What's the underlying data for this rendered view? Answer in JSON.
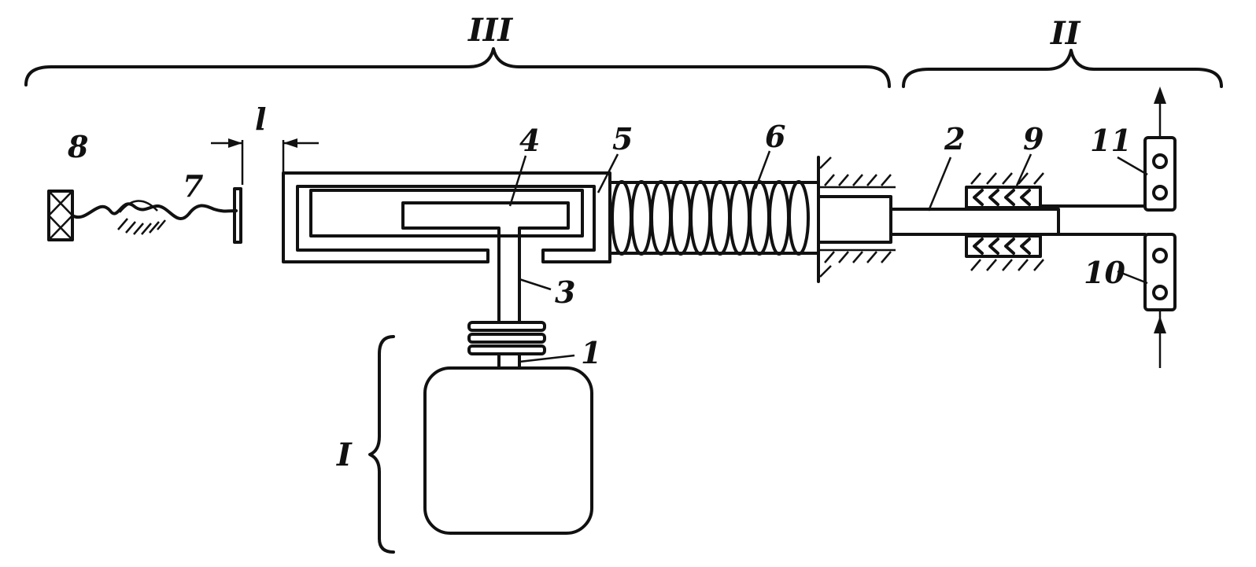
{
  "diagram": {
    "section_labels": {
      "I": "I",
      "II": "II",
      "III": "III"
    },
    "dimension_label": "l",
    "part_labels": {
      "p1": "1",
      "p2": "2",
      "p3": "3",
      "p4": "4",
      "p5": "5",
      "p6": "6",
      "p7": "7",
      "p8": "8",
      "p9": "9",
      "p10": "10",
      "p11": "11"
    }
  }
}
